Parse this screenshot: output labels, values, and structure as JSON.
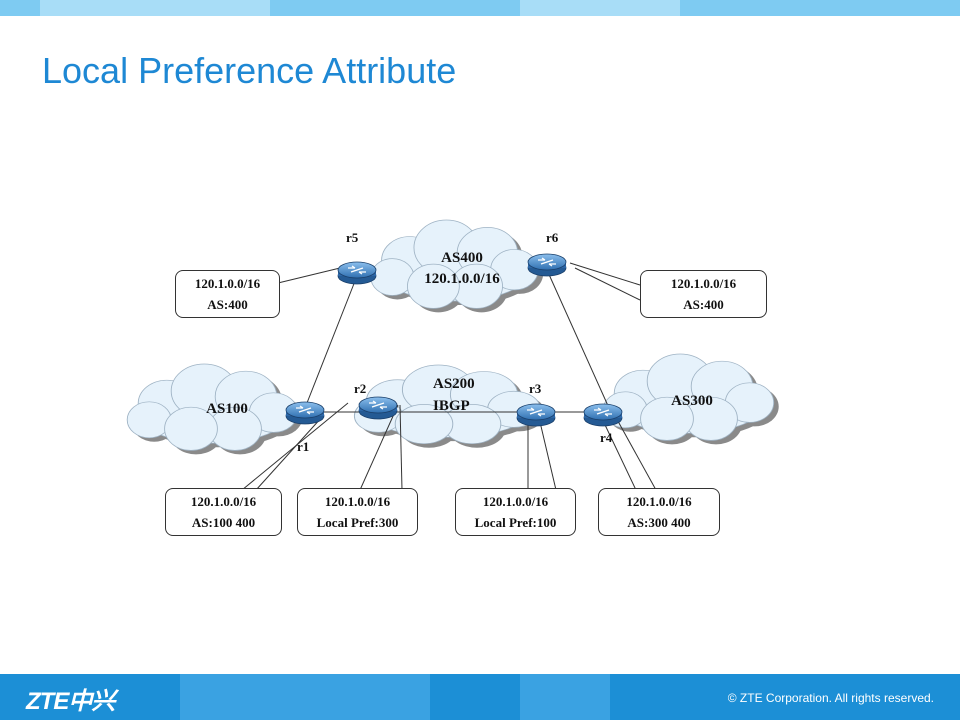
{
  "page": {
    "title": "Local Preference Attribute"
  },
  "clouds": {
    "as400": {
      "name": "AS400",
      "prefix": "120.1.0.0/16"
    },
    "as200": {
      "name": "AS200",
      "sub": "IBGP"
    },
    "as100": {
      "name": "AS100"
    },
    "as300": {
      "name": "AS300"
    }
  },
  "routers": {
    "r1": "r1",
    "r2": "r2",
    "r3": "r3",
    "r4": "r4",
    "r5": "r5",
    "r6": "r6"
  },
  "callouts": {
    "r5": {
      "line1": "120.1.0.0/16",
      "line2": "AS:400"
    },
    "r6": {
      "line1": "120.1.0.0/16",
      "line2": "AS:400"
    },
    "r1": {
      "line1": "120.1.0.0/16",
      "line2": "AS:100 400"
    },
    "r2": {
      "line1": "120.1.0.0/16",
      "line2": "Local Pref:300"
    },
    "r3": {
      "line1": "120.1.0.0/16",
      "line2": "Local Pref:100"
    },
    "r4": {
      "line1": "120.1.0.0/16",
      "line2": "AS:300 400"
    }
  },
  "footer": {
    "logo": "ZTE中兴",
    "copyright": "© ZTE Corporation. All rights reserved."
  },
  "colors": {
    "title": "#1e88d4",
    "footer": "#1c8fd6",
    "router": "#3f86c6"
  }
}
